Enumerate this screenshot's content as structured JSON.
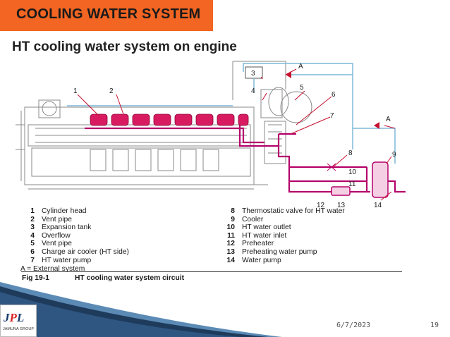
{
  "slide": {
    "title": "COOLING WATER SYSTEM",
    "subtitle": "HT cooling water system on engine",
    "date": "6/7/2023",
    "page_number": "19"
  },
  "diagram": {
    "callouts": [
      "1",
      "2",
      "3",
      "4",
      "5",
      "6",
      "7",
      "8",
      "9",
      "10",
      "11",
      "12",
      "13",
      "14"
    ],
    "external_label": "A",
    "pipe_color": "#7fb8d8",
    "ht_circuit_color": "#b5006a",
    "cylinder_head_color": "#d81b60",
    "cylinder_head_count": 8
  },
  "legend": {
    "left": [
      {
        "num": "1",
        "text": "Cylinder head"
      },
      {
        "num": "2",
        "text": "Vent pipe"
      },
      {
        "num": "3",
        "text": "Expansion tank"
      },
      {
        "num": "4",
        "text": "Overflow"
      },
      {
        "num": "5",
        "text": "Vent pipe"
      },
      {
        "num": "6",
        "text": "Charge air cooler (HT side)"
      },
      {
        "num": "7",
        "text": "HT water pump"
      }
    ],
    "external": "A = External system",
    "right": [
      {
        "num": "8",
        "text": "Thermostatic valve for HT water"
      },
      {
        "num": "9",
        "text": "Cooler"
      },
      {
        "num": "10",
        "text": "HT water outlet"
      },
      {
        "num": "11",
        "text": "HT water inlet"
      },
      {
        "num": "12",
        "text": "Preheater"
      },
      {
        "num": "13",
        "text": "Preheating water pump"
      },
      {
        "num": "14",
        "text": "Water pump"
      }
    ]
  },
  "figure": {
    "number": "Fig 19-1",
    "caption": "HT cooling water system circuit"
  },
  "logo": {
    "letters_left": "J",
    "letters_mid": "P",
    "letters_right": "L",
    "sub": "JAMUNA GROUP"
  },
  "colors": {
    "banner": "#f26522",
    "footer_dark": "#1f3b5c",
    "footer_light": "#5b8ab5"
  }
}
